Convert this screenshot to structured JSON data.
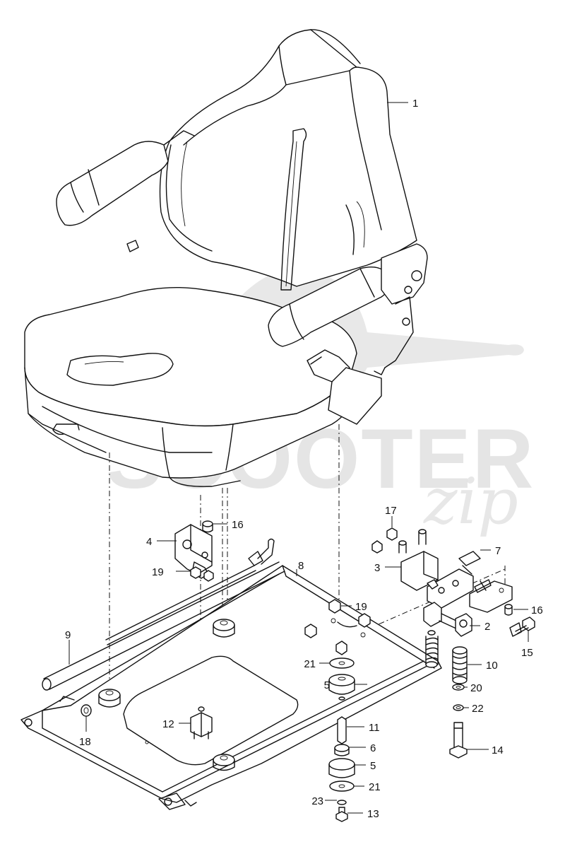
{
  "watermark": {
    "brand": "SCOOTER",
    "script": "zip"
  },
  "callouts": [
    {
      "id": "c1",
      "number": "1"
    },
    {
      "id": "c2",
      "number": "2"
    },
    {
      "id": "c3",
      "number": "3"
    },
    {
      "id": "c4",
      "number": "4"
    },
    {
      "id": "c5a",
      "number": "5"
    },
    {
      "id": "c5b",
      "number": "5"
    },
    {
      "id": "c6",
      "number": "6"
    },
    {
      "id": "c7",
      "number": "7"
    },
    {
      "id": "c8",
      "number": "8"
    },
    {
      "id": "c9",
      "number": "9"
    },
    {
      "id": "c10",
      "number": "10"
    },
    {
      "id": "c11",
      "number": "11"
    },
    {
      "id": "c12",
      "number": "12"
    },
    {
      "id": "c13",
      "number": "13"
    },
    {
      "id": "c14",
      "number": "14"
    },
    {
      "id": "c15",
      "number": "15"
    },
    {
      "id": "c16a",
      "number": "16"
    },
    {
      "id": "c16b",
      "number": "16"
    },
    {
      "id": "c17",
      "number": "17"
    },
    {
      "id": "c18",
      "number": "18"
    },
    {
      "id": "c19a",
      "number": "19"
    },
    {
      "id": "c19b",
      "number": "19"
    },
    {
      "id": "c20",
      "number": "20"
    },
    {
      "id": "c21a",
      "number": "21"
    },
    {
      "id": "c21b",
      "number": "21"
    },
    {
      "id": "c22",
      "number": "22"
    },
    {
      "id": "c23",
      "number": "23"
    }
  ]
}
